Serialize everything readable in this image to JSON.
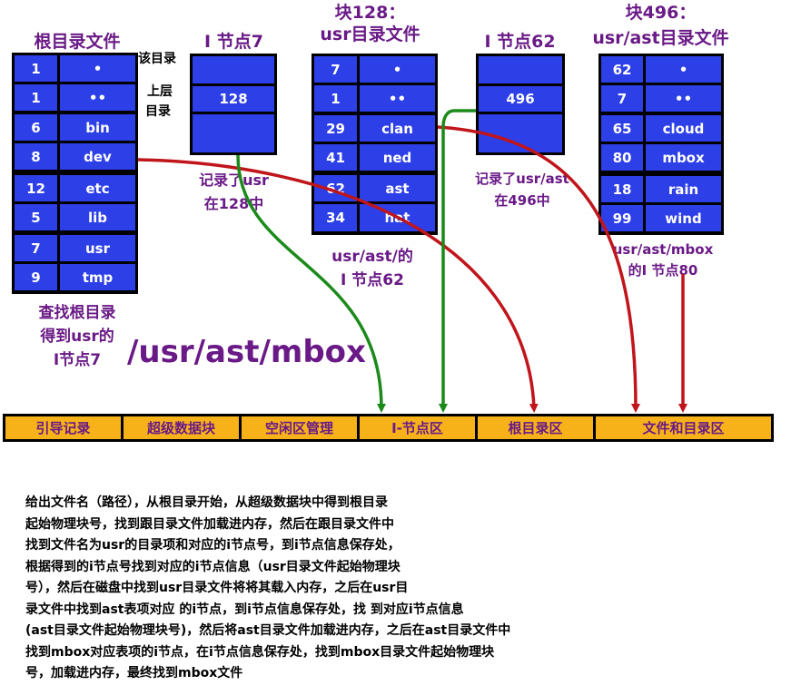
{
  "titles": {
    "root_dir": "根目录文件",
    "inode7": "I 节点7",
    "block128_line1": "块128：",
    "block128_line2": "usr目录文件",
    "inode62": "I 节点62",
    "block496_line1": "块496：",
    "block496_line2": "usr/ast目录文件"
  },
  "side_labels": {
    "this_dir": "该目录",
    "parent_line1": "上层",
    "parent_line2": "目录"
  },
  "root_dir_entries": [
    {
      "num": "1",
      "name": "•"
    },
    {
      "num": "1",
      "name": "••"
    },
    {
      "num": "6",
      "name": "bin"
    },
    {
      "num": "8",
      "name": "dev"
    },
    {
      "num": "12",
      "name": "etc"
    },
    {
      "num": "5",
      "name": "lib"
    },
    {
      "num": "7",
      "name": "usr"
    },
    {
      "num": "9",
      "name": "tmp"
    }
  ],
  "inode7_cells": [
    "",
    "128",
    ""
  ],
  "usr_dir_entries": [
    {
      "num": "7",
      "name": "•"
    },
    {
      "num": "1",
      "name": "••"
    },
    {
      "num": "29",
      "name": "clan"
    },
    {
      "num": "41",
      "name": "ned"
    },
    {
      "num": "62",
      "name": "ast"
    },
    {
      "num": "34",
      "name": "hat"
    }
  ],
  "inode62_cells": [
    "",
    "496",
    ""
  ],
  "ast_dir_entries": [
    {
      "num": "62",
      "name": "•"
    },
    {
      "num": "7",
      "name": "••"
    },
    {
      "num": "65",
      "name": "cloud"
    },
    {
      "num": "80",
      "name": "mbox"
    },
    {
      "num": "18",
      "name": "rain"
    },
    {
      "num": "99",
      "name": "wind"
    }
  ],
  "notes": {
    "root_find_1": "查找根目录",
    "root_find_2": "得到usr的",
    "root_find_3": "I节点7",
    "inode7_rec_1": "记录了usr",
    "inode7_rec_2": "在128中",
    "usr_ast_1": "usr/ast/的",
    "usr_ast_2": "I 节点62",
    "inode62_rec_1": "记录了usr/ast",
    "inode62_rec_2": "在496中",
    "mbox_1": "usr/ast/mbox",
    "mbox_2": "的I 节点80"
  },
  "path_text": "/usr/ast/mbox",
  "disk_areas": [
    "引导记录",
    "超级数据块",
    "空闲区管理",
    "I-节点区",
    "根目录区",
    "文件和目录区"
  ],
  "description_lines": [
    "给出文件名（路径），从根目录开始，从超级数据块中得到根目录",
    "起始物理块号，找到跟目录文件加载进内存，然后在跟目录文件中",
    "找到文件名为usr的目录项和对应的i节点号，到i节点信息保存处，",
    "根据得到的i节点号找到对应的i节点信息（usr目录文件起始物理块",
    "号），然后在磁盘中找到usr目录文件将将其载入内存，之后在usr目",
    "录文件中找到ast表项对应 的i节点，到i节点信息保存处，找 到对应i节点信息",
    "(ast目录文件起始物理块号)，然后将ast目录文件加载进内存，之后在ast目录文件中",
    "找到mbox对应表项的i节点，在i节点信息保存处，找到mbox目录文件起始物理块",
    "号，加载进内存，最终找到mbox文件"
  ],
  "colors": {
    "cell_blue": "#2d3fe6",
    "title_purple": "#6a1a86",
    "disk_orange": "#f7b21a",
    "arrow_red": "#c0151b",
    "arrow_green": "#1b8a1b"
  }
}
